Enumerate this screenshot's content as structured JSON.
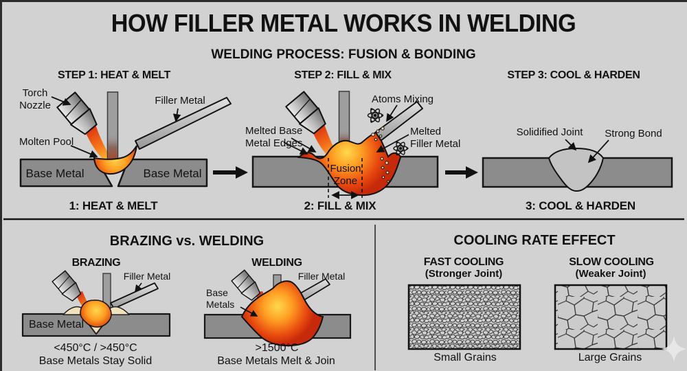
{
  "title": "HOW FILLER METAL WORKS IN WELDING",
  "process": {
    "heading": "WELDING PROCESS: FUSION & BONDING",
    "steps": [
      {
        "heading": "STEP 1: HEAT & MELT",
        "caption": "1: HEAT & MELT",
        "labels": {
          "torch_line1": "Torch",
          "torch_line2": "Nozzle",
          "filler": "Filler Metal",
          "molten_pool": "Molten Pool",
          "base_left": "Base Metal",
          "base_right": "Base Metal"
        }
      },
      {
        "heading": "STEP 2: FILL & MIX",
        "caption": "2: FILL & MIX",
        "labels": {
          "atoms": "Atoms Mixing",
          "melted_base_line1": "Melted Base",
          "melted_base_line2": "Metal Edges",
          "melted_filler_line1": "Melted",
          "melted_filler_line2": "Filler Metal",
          "fusion_line1": "Fusion",
          "fusion_line2": "Zone"
        }
      },
      {
        "heading": "STEP 3: COOL & HARDEN",
        "caption": "3: COOL & HARDEN",
        "labels": {
          "solidified": "Solidified Joint",
          "strong_bond": "Strong Bond"
        }
      }
    ]
  },
  "comparison": {
    "heading": "BRAZING vs. WELDING",
    "brazing": {
      "title": "BRAZING",
      "filler": "Filler Metal",
      "base": "Base Metal",
      "temp": "<450°C / >450°C",
      "caption": "Base Metals Stay Solid"
    },
    "welding": {
      "title": "WELDING",
      "base_line1": "Base",
      "base_line2": "Metals",
      "filler": "Filler Metal",
      "temp": ">1500°C",
      "caption": "Base Metals Melt & Join"
    }
  },
  "cooling": {
    "heading": "COOLING RATE EFFECT",
    "fast": {
      "title": "FAST COOLING",
      "subtitle": "(Stronger Joint)",
      "caption": "Small Grains"
    },
    "slow": {
      "title": "SLOW COOLING",
      "subtitle": "(Weaker Joint)",
      "caption": "Large Grains"
    }
  },
  "colors": {
    "background": "#d2d2d2",
    "base_metal": "#8c8c8c",
    "outline": "#111111",
    "flame_red": "#d93010",
    "flame_orange": "#ff9b20",
    "pool_yellow": "#ffd84e",
    "braze_filler": "#f1e2bd",
    "solid_bead": "#c3c3c3",
    "grain_fill": "#cbcbcb"
  }
}
